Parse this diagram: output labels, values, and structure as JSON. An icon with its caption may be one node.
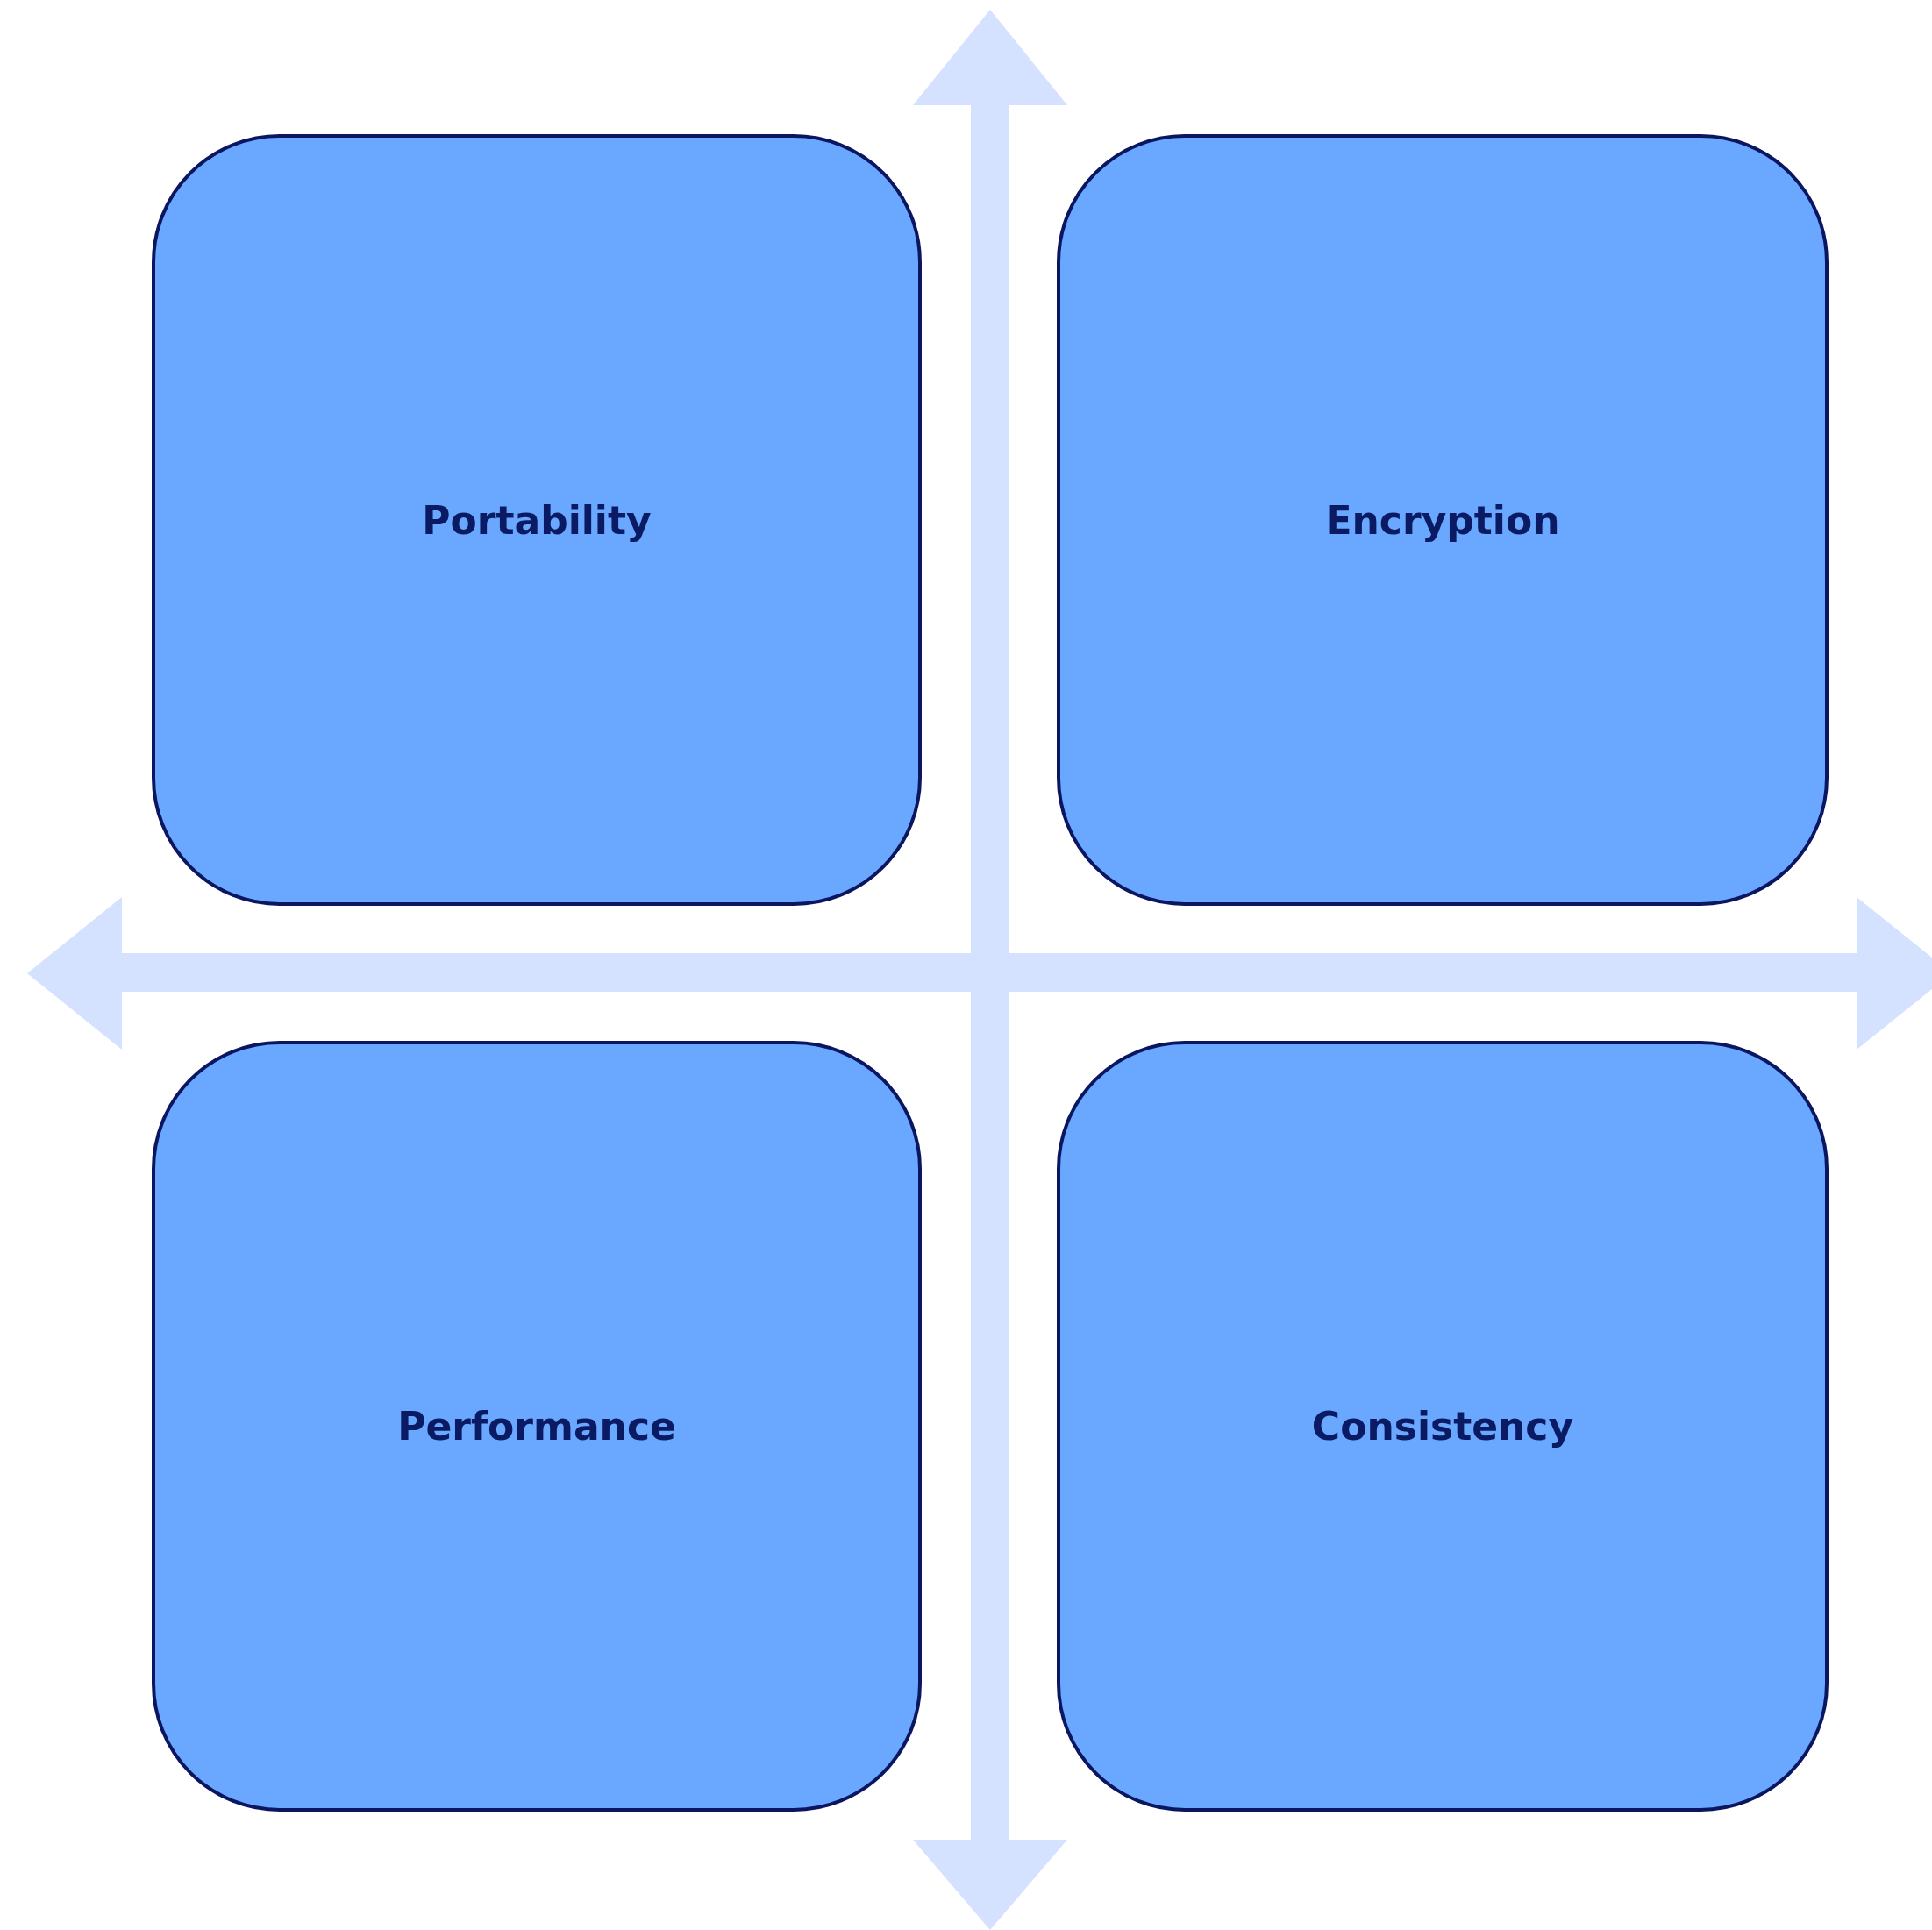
{
  "diagram": {
    "nodes": [
      {
        "text": [
          "Portability"
        ]
      },
      {
        "text": [
          "Encryption"
        ]
      },
      {
        "text": [
          "Performance"
        ]
      },
      {
        "text": [
          "Consistency"
        ]
      }
    ]
  }
}
